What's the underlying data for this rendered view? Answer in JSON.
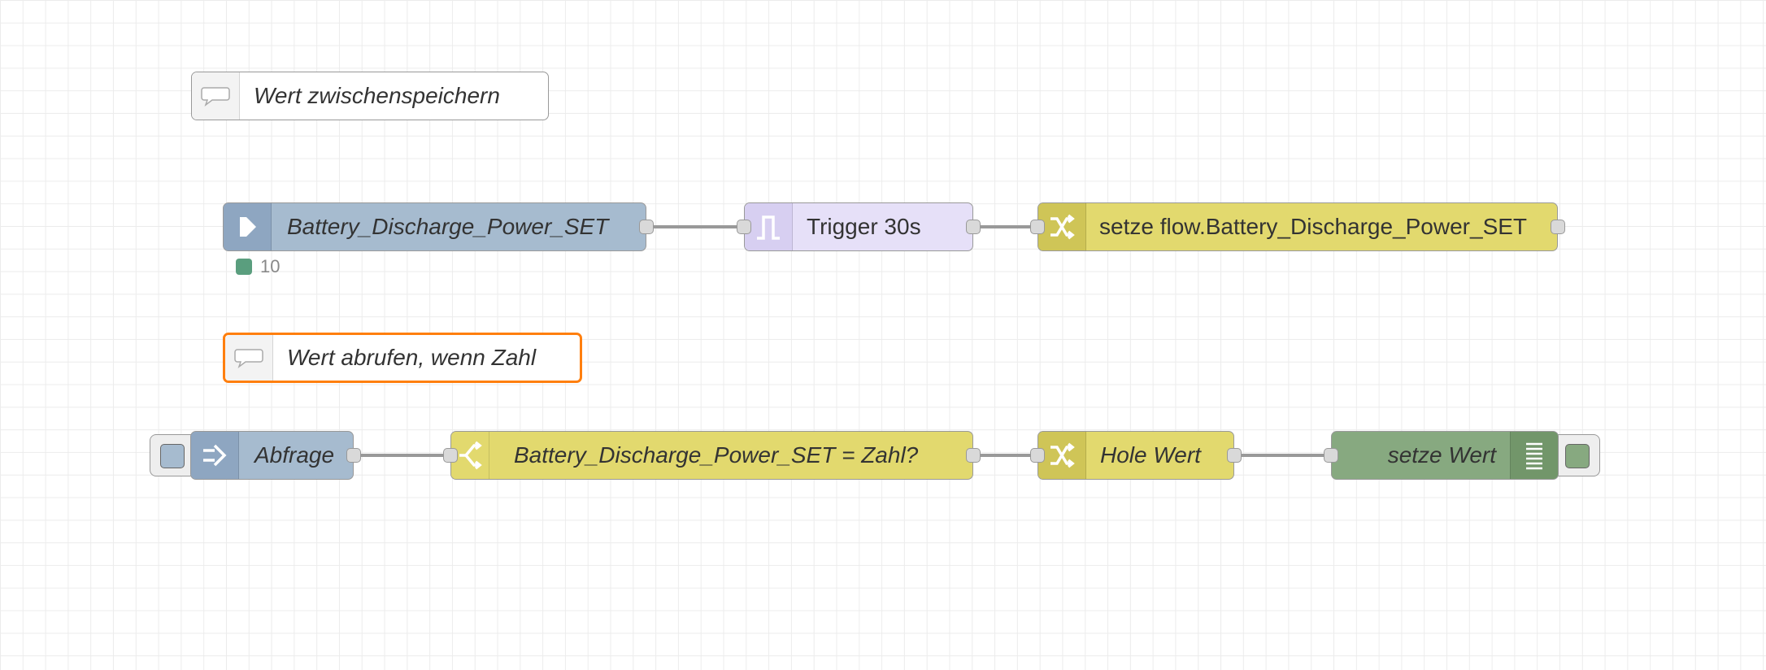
{
  "colors": {
    "link_node": "#a6bbcf",
    "change_node": "#e2d96e",
    "trigger_node": "#e6e0f8",
    "debug_node": "#87a980",
    "selection_outline": "#ff7f0e",
    "status_dot": "#5a9e7e"
  },
  "comments": {
    "top": "Wert zwischenspeichern",
    "middle": "Wert abrufen, wenn Zahl"
  },
  "flow1": {
    "link_in_label": "Battery_Discharge_Power_SET",
    "status_text": "10",
    "trigger_label": "Trigger 30s",
    "change_label": "setze flow.Battery_Discharge_Power_SET"
  },
  "flow2": {
    "inject_label": "Abfrage",
    "switch_label": "Battery_Discharge_Power_SET = Zahl?",
    "change_label": "Hole Wert",
    "debug_label": "setze Wert"
  },
  "icons": {
    "comment": "speech-bubble-icon",
    "link_in": "arrow-in-icon",
    "trigger": "pulse-trigger-icon",
    "change": "shuffle-icon",
    "switch": "branch-icon",
    "inject": "arrow-right-icon",
    "debug": "list-lines-icon"
  }
}
